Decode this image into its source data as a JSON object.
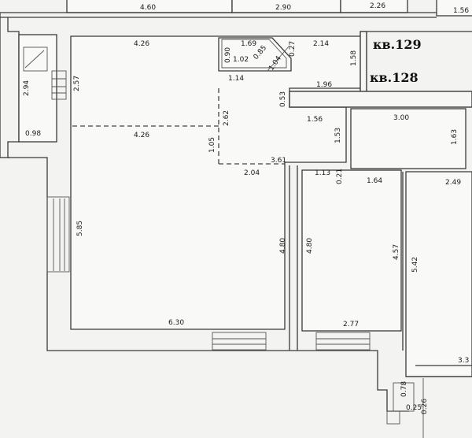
{
  "apartments": {
    "kv129": "кв.129",
    "kv128": "кв.128"
  },
  "dimensions": {
    "top_4_60": "4.60",
    "top_2_90": "2.90",
    "top_2_26": "2.26",
    "top_1_56": "1.56",
    "room_top_4_26": "4.26",
    "room_mid_4_26": "4.26",
    "d_2_57": "2.57",
    "d_2_94": "2.94",
    "d_0_98": "0.98",
    "d_0_90": "0.90",
    "d_1_69": "1.69",
    "d_1_02": "1.02",
    "d_0_85": "0.85",
    "d_1_04": "1.04",
    "d_0_27": "0.27",
    "d_1_14": "1.14",
    "d_2_14": "2.14",
    "d_1_58": "1.58",
    "d_1_96": "1.96",
    "d_0_53": "0.53",
    "d_2_62": "2.62",
    "d_1_05": "1.05",
    "d_1_56": "1.56",
    "d_1_53": "1.53",
    "d_3_00": "3.00",
    "d_1_63": "1.63",
    "d_2_04": "2.04",
    "d_3_61": "3.61",
    "d_1_13": "1.13",
    "d_0_21": "0.21",
    "d_1_64": "1.64",
    "d_2_49": "2.49",
    "d_5_85": "5.85",
    "d_4_80_a": "4.80",
    "d_4_80_b": "4.80",
    "d_4_57": "4.57",
    "d_5_42": "5.42",
    "d_6_30": "6.30",
    "d_2_77": "2.77",
    "d_3_3": "3.3",
    "d_0_78": "0.78",
    "d_0_25": "0.25",
    "d_0_26": "0.26"
  }
}
